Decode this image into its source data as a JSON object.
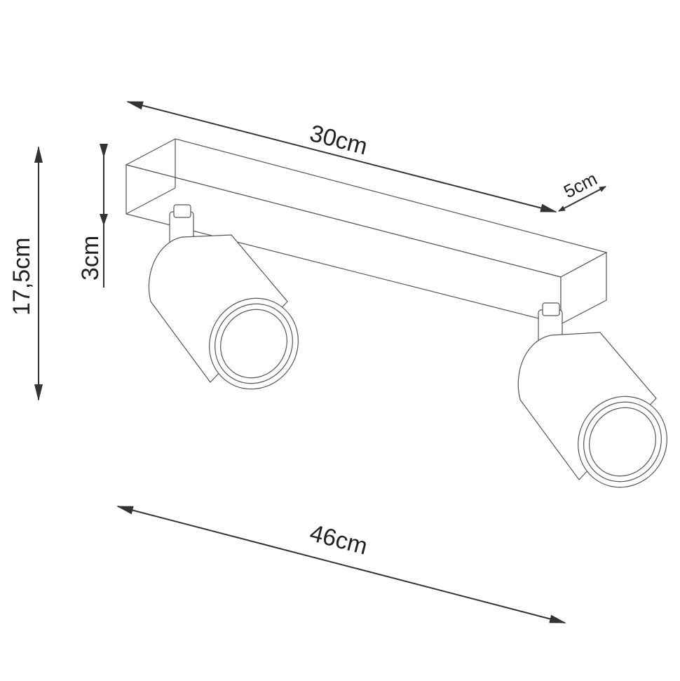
{
  "dimensions": {
    "bar_length": "30cm",
    "bar_width": "5cm",
    "bar_height": "3cm",
    "total_height": "17,5cm",
    "total_length": "46cm"
  },
  "colors": {
    "line": "#555555",
    "dimension": "#333333",
    "background": "#ffffff"
  }
}
